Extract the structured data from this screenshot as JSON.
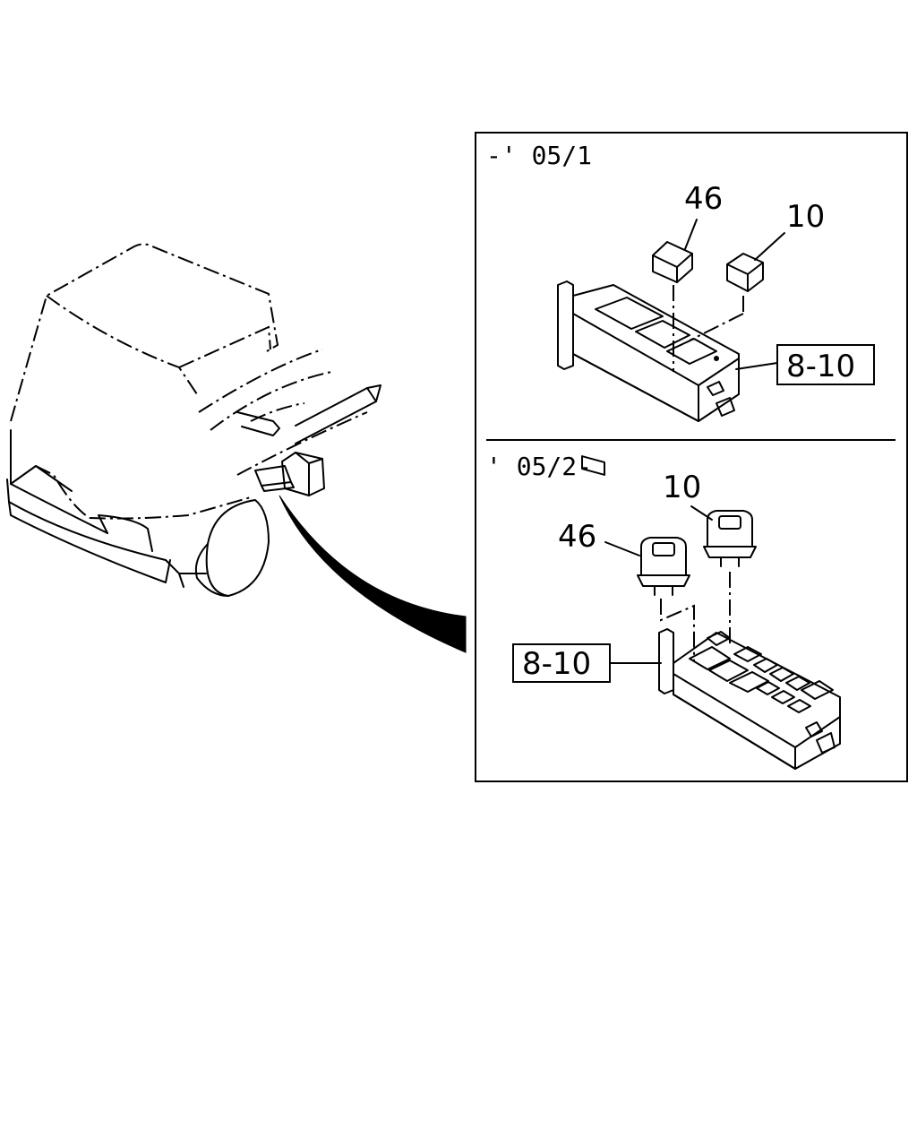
{
  "panel_top": {
    "header": "-' 05/1",
    "callouts": {
      "relay_a": "46",
      "relay_b": "10",
      "box_ref": "8-10"
    }
  },
  "panel_bottom": {
    "header": "' 05/2-",
    "callouts": {
      "relay_a": "46",
      "relay_b": "10",
      "box_ref": "8-10"
    }
  }
}
